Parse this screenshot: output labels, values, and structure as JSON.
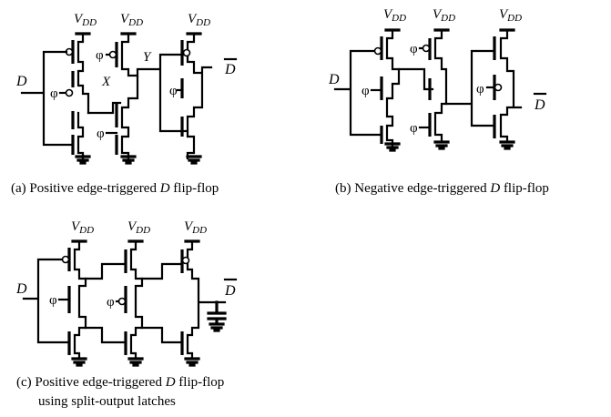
{
  "labels": {
    "vdd_main": "V",
    "vdd_sub": "DD",
    "phi": "φ",
    "d_in": "D",
    "node_x": "X",
    "node_y": "Y",
    "d_out": "D"
  },
  "captions": {
    "a_prefix": "(a) Positive edge-triggered ",
    "a_var": "D",
    "a_suffix": " flip-flop",
    "b_prefix": "(b) Negative edge-triggered ",
    "b_var": "D",
    "b_suffix": " flip-flop",
    "c_prefix": "(c) Positive edge-triggered ",
    "c_var": "D",
    "c_suffix": " flip-flop",
    "c_line2": "using split-output latches"
  },
  "colors": {
    "ink": "#000000",
    "background": "#ffffff"
  }
}
